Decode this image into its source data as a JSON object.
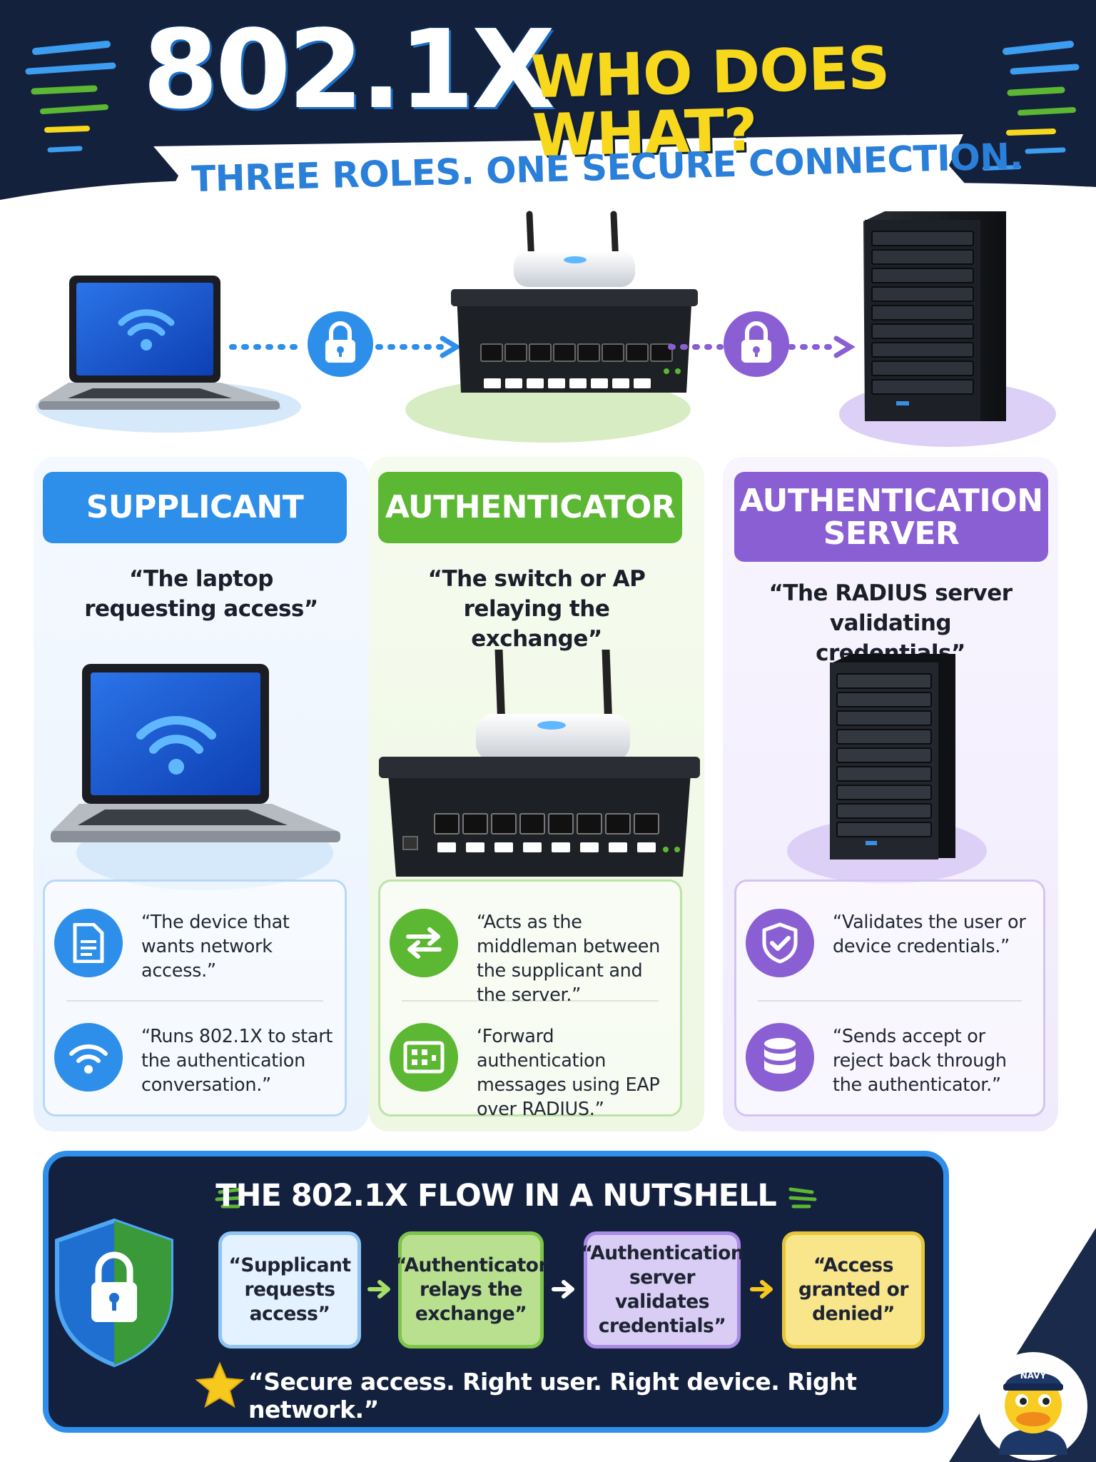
{
  "header": {
    "title": "802.1X",
    "title_accent": "WHO DOES WHAT?",
    "subtitle": "THREE ROLES. ONE SECURE CONNECTION."
  },
  "columns": [
    {
      "heading": "SUPPLICANT",
      "quote": "“The laptop requesting access”",
      "items": [
        {
          "icon": "document-icon",
          "text": "“The device that wants network access.”"
        },
        {
          "icon": "wifi-icon",
          "text": "“Runs 802.1X to start the authentication conversation.”"
        }
      ]
    },
    {
      "heading": "AUTHENTICATOR",
      "quote": "“The switch or AP relaying the exchange”",
      "items": [
        {
          "icon": "swap-arrows-icon",
          "text": "“Acts as the middleman between the supplicant and the server.”"
        },
        {
          "icon": "network-forward-icon",
          "text": "‘Forward authentication messages using EAP over RADIUS.”"
        }
      ]
    },
    {
      "heading_line1": "AUTHENTICATION",
      "heading_line2": "SERVER",
      "quote": "“The RADIUS server validating credentials”",
      "items": [
        {
          "icon": "shield-check-icon",
          "text": "“Validates the user or device credentials.”"
        },
        {
          "icon": "database-icon",
          "text": "“Sends accept or reject back through the authenticator.”"
        }
      ]
    }
  ],
  "flow": {
    "title": "THE 802.1X FLOW IN A NUTSHELL",
    "steps": [
      "“Supplicant requests access”",
      "“Authenticator relays the exchange”",
      "“Authentication server validates credentials”",
      "“Access granted or denied”"
    ],
    "motto": "“Secure access. Right user. Right device. Right network.”"
  },
  "mascot": {
    "hat_label": "NAVY"
  },
  "colors": {
    "navy": "#13213f",
    "blue": "#2e8fea",
    "green": "#5cb733",
    "purple": "#8a5fd3",
    "yellow": "#f7d81d"
  }
}
